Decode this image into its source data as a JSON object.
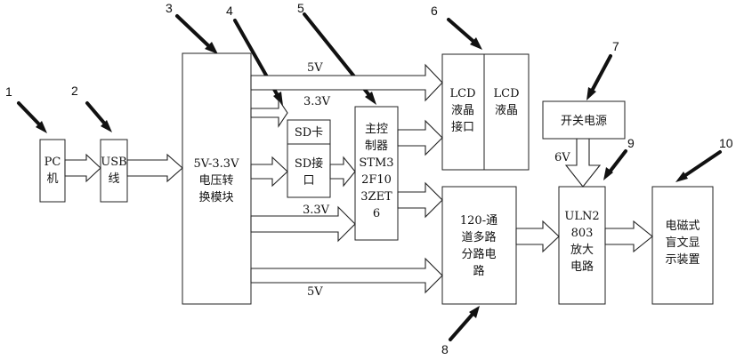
{
  "numbers": [
    "1",
    "2",
    "3",
    "4",
    "5",
    "6",
    "7",
    "8",
    "9",
    "10"
  ],
  "blocks": {
    "pc": [
      "PC",
      "机"
    ],
    "usb": [
      "USB",
      "线"
    ],
    "converter": [
      "5V-3.3V",
      "电压转",
      "换模块"
    ],
    "sd_card": "SD卡",
    "sd_interface": [
      "SD接",
      "口"
    ],
    "mcu": [
      "主控",
      "制器",
      "STM3",
      "2F10",
      "3ZET",
      "6"
    ],
    "lcd_interface": [
      "LCD",
      "液晶",
      "接口"
    ],
    "lcd": [
      "LCD",
      "液晶"
    ],
    "switch_power": "开关电源",
    "mux": [
      "120-通",
      "道多路",
      "分路电",
      "路"
    ],
    "amp": [
      "ULN2",
      "803",
      "放大",
      "电路"
    ],
    "display": [
      "电磁式",
      "盲文显",
      "示装置"
    ]
  },
  "edge_labels": {
    "top_5v": "5V",
    "top_33v": "3.3V",
    "mid_33v": "3.3V",
    "bottom_5v": "5V",
    "power_6v": "6V"
  }
}
